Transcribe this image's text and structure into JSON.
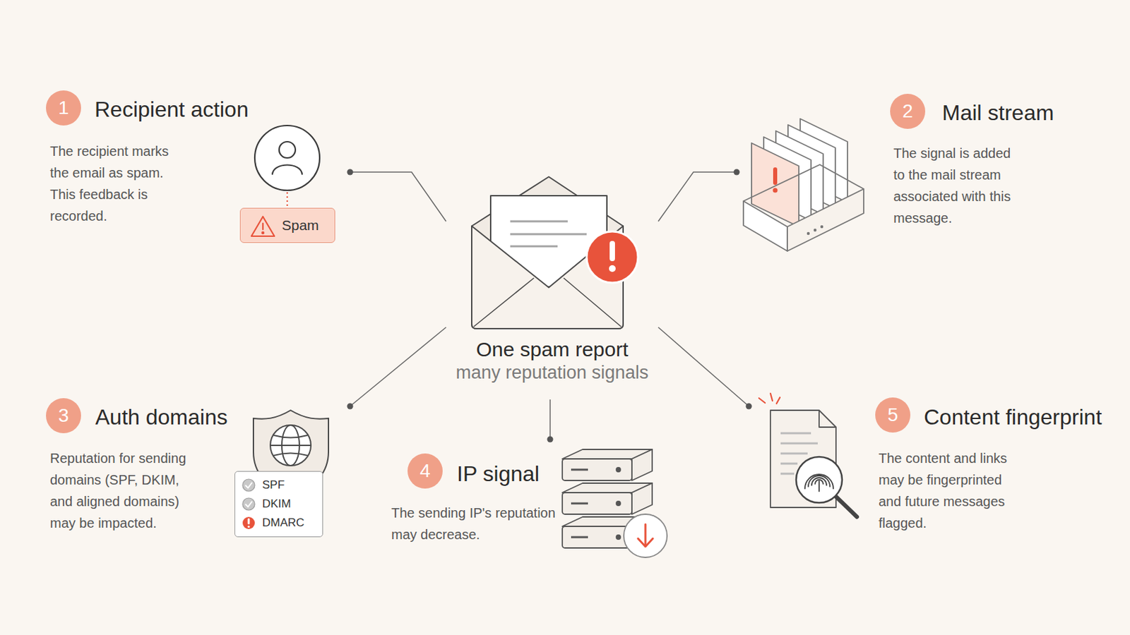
{
  "diagram": {
    "nodes": [
      {
        "text": [
          "Recipient action",
          "The recipient marks the email as spam. This feedback is recorded."
        ]
      },
      {
        "text": [
          "Spam"
        ]
      },
      {
        "text": [
          "Mail stream",
          "The signal is added to the mail stream associated with this message."
        ]
      },
      {
        "text": [
          "One spam report",
          "many reputation signals"
        ]
      },
      {
        "text": [
          "Auth domains",
          "Reputation for sending domains (SPF, DKIM, and aligned domains) may be impacted."
        ]
      },
      {
        "text": [
          "SPF",
          "DKIM",
          "DMARC"
        ]
      },
      {
        "text": [
          "IP signal",
          "The sending IP's reputation may decrease."
        ]
      },
      {
        "text": [
          "Content fingerprint",
          "The content and links may be fingerprinted and future messages flagged."
        ]
      }
    ],
    "edges": [
      {
        "from": 3,
        "to": 0,
        "arrow": "none"
      },
      {
        "from": 3,
        "to": 2,
        "arrow": "none"
      },
      {
        "from": 3,
        "to": 4,
        "arrow": "none"
      },
      {
        "from": 3,
        "to": 6,
        "arrow": "none"
      },
      {
        "from": 3,
        "to": 7,
        "arrow": "none"
      }
    ],
    "labels": [
      "1",
      "2",
      "3",
      "4",
      "5"
    ]
  }
}
